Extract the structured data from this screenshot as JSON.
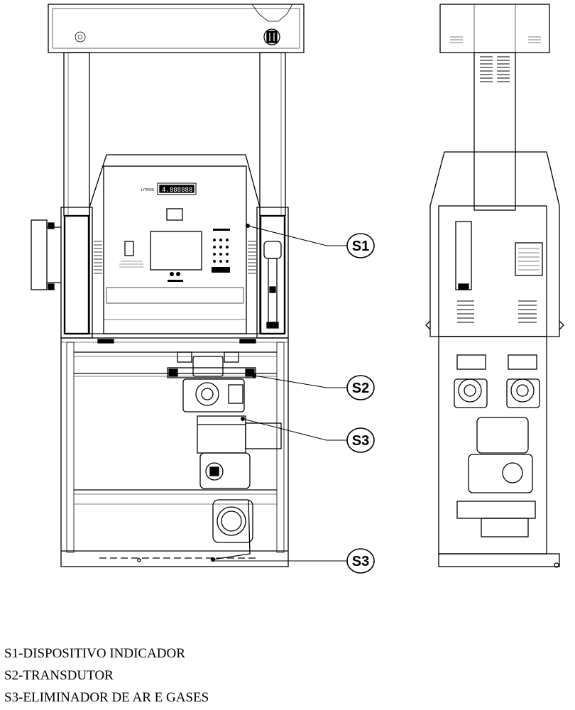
{
  "callouts": {
    "s1": "S1",
    "s2": "S2",
    "s3a": "S3",
    "s3b": "S3"
  },
  "display": {
    "label": "LITROS",
    "reading": "4.888888"
  },
  "legend": {
    "line1": "S1-DISPOSITIVO INDICADOR",
    "line2": "S2-TRANSDUTOR",
    "line3": "S3-ELIMINADOR DE AR E GASES"
  }
}
